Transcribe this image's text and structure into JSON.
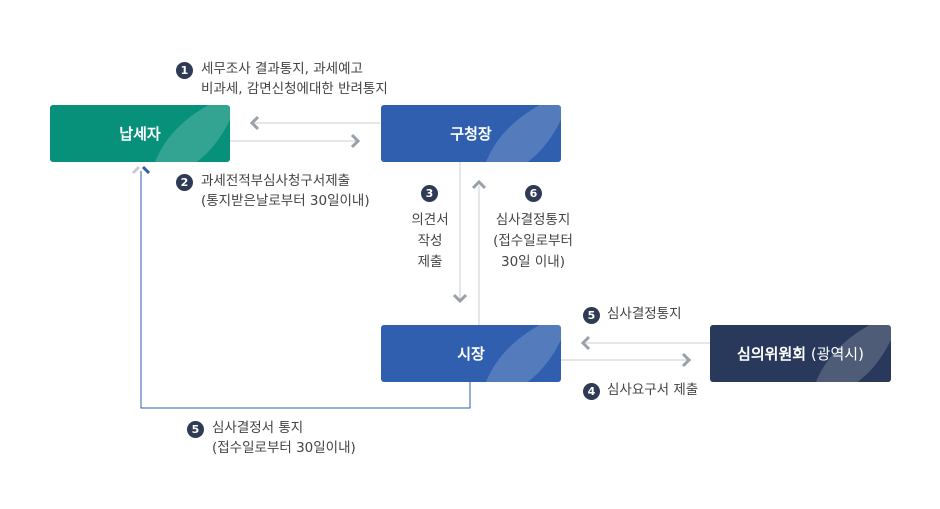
{
  "nodes": {
    "taxpayer": "납세자",
    "district_head": "구청장",
    "mayor": "시장",
    "committee_main": "심의위원회",
    "committee_sub": " (광역시)"
  },
  "steps": [
    {
      "num": "1",
      "line1": "세무조사 결과통지, 과세예고",
      "line2": "비과세, 감면신청에대한 반려통지"
    },
    {
      "num": "2",
      "line1": "과세전적부심사청구서제출",
      "line2": "(통지받은날로부터 30일이내)"
    },
    {
      "num": "3",
      "line1": "의견서",
      "line2": "작성",
      "line3": "제출"
    },
    {
      "num": "6",
      "line1": "심사결정통지",
      "line2": "(접수일로부터",
      "line3": "30일 이내)"
    },
    {
      "num": "5",
      "line1": "심사결정통지"
    },
    {
      "num": "4",
      "line1": "심사요구서 제출"
    },
    {
      "num": "5",
      "line1": "심사결정서 통지",
      "line2": "(접수일로부터 30일이내)"
    }
  ],
  "colors": {
    "taxpayer": "#07917a",
    "government": "#2f5fae",
    "committee": "#28395b",
    "badge": "#2f3a55",
    "arrow": "#9aa0a8",
    "return_line": "#2f5fae"
  }
}
